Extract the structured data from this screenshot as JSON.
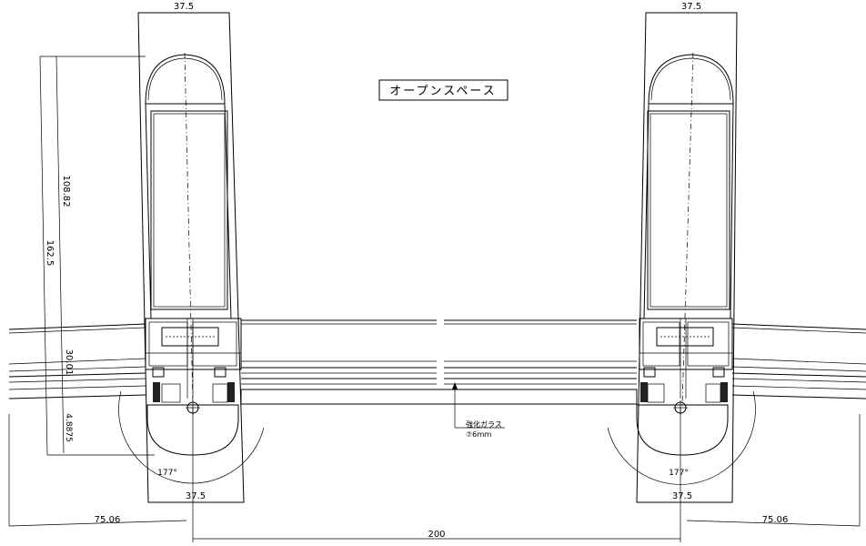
{
  "labels": {
    "space": "オープンスペース",
    "glass_line1": "強化ガラス",
    "glass_line2": "⑦6ｍｍ"
  },
  "dimensions": {
    "left_top_width": "37.5",
    "right_top_width": "37.5",
    "left_bottom_width": "37.5",
    "right_bottom_width": "37.5",
    "inner_height": "108.82",
    "outer_height": "162.5",
    "frame_depth": "30.01",
    "small_gap": "4.8875",
    "left_angle": "177°",
    "right_angle": "177°",
    "left_offset": "75.06",
    "right_offset": "75.06",
    "center_span": "200"
  }
}
